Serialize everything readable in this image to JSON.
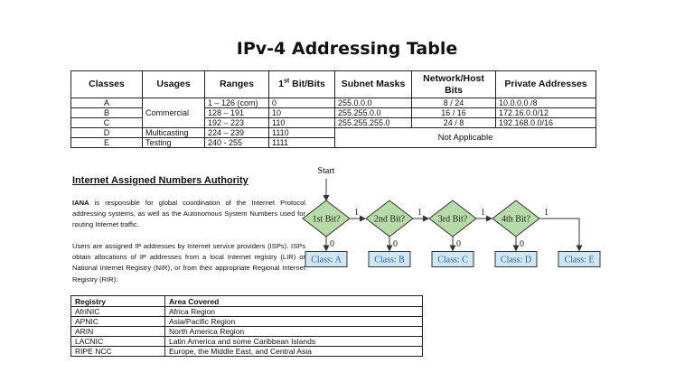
{
  "title": "IPv-4 Addressing Table",
  "addressing_table": {
    "headers": {
      "classes": "Classes",
      "usages": "Usages",
      "ranges": "Ranges",
      "first_bits_num": "1",
      "first_bits_sup": "st",
      "first_bits_rest": " Bit/Bits",
      "subnet": "Subnet Masks",
      "nethost": "Network/Host Bits",
      "private": "Private Addresses"
    },
    "rows": [
      {
        "cls": "A",
        "range": "1 – 126 (com)",
        "bits": "0",
        "mask": "255.0.0.0",
        "nh": "8 / 24",
        "private": "10.0.0.0 /8"
      },
      {
        "cls": "B",
        "range": "128 – 191",
        "bits": "10",
        "mask": "255.255.0.0",
        "nh": "16 / 16",
        "private": "172.16.0.0/12"
      },
      {
        "cls": "C",
        "range": "192 – 223",
        "bits": "110",
        "mask": "255.255.255.0",
        "nh": "24 / 8",
        "private": "192.168.0.0/16"
      },
      {
        "cls": "D",
        "usage": "Multicasting",
        "range": "224 – 239",
        "bits": "1110"
      },
      {
        "cls": "E",
        "usage": "Testing",
        "range": "240 - 255",
        "bits": "1111"
      }
    ],
    "commercial_label": "Commercial",
    "not_applicable": "Not Applicable"
  },
  "iana": {
    "heading": "Internet Assigned Numbers Authority",
    "para1_lead": "IANA",
    "para1_rest": " is responsible for global coordination of the Internet Protocol addressing systems, as well as the Autonomous System Numbers used for routing Internet traffic.",
    "para2": "Users are assigned IP addresses by Internet service providers (ISPs). ISPs obtain allocations of IP addresses from a local Internet registry (LIR) or National Internet Registry (NIR), or from their appropriate Regional Internet Registry (RIR):"
  },
  "registry_table": {
    "headers": {
      "registry": "Registry",
      "area": "Area Covered"
    },
    "rows": [
      {
        "registry": "AfriNIC",
        "area": "Africa Region"
      },
      {
        "registry": "APNIC",
        "area": "Asia/Pacific Region"
      },
      {
        "registry": "ARIN",
        "area": "North America Region"
      },
      {
        "registry": "LACNIC",
        "area": "Latin America and some Caribbean Islands"
      },
      {
        "registry": "RIPE NCC",
        "area": "Europe, the Middle East, and Central Asia"
      }
    ]
  },
  "flowchart": {
    "start": "Start",
    "decisions": [
      "1st Bit?",
      "2nd Bit?",
      "3rd Bit?",
      "4th Bit?"
    ],
    "classes": [
      "Class: A",
      "Class: B",
      "Class: C",
      "Class: D",
      "Class: E"
    ],
    "yes_label": "1",
    "no_label": "0",
    "colors": {
      "diamond_fill": "#b7dba7",
      "box_fill": "#cfe6f3",
      "box_text": "#2a5d9c",
      "line": "#333333"
    }
  }
}
